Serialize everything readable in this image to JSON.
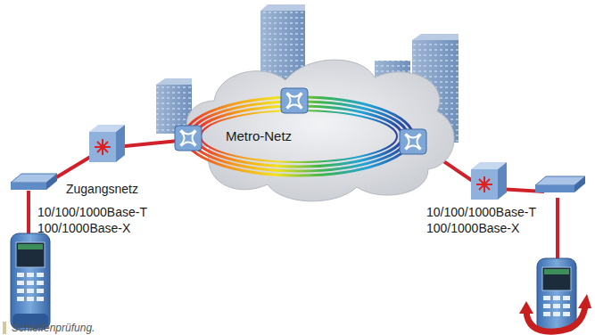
{
  "diagram": {
    "caption": "Schleifenprüfung.",
    "nodes": [
      {
        "text": [
          "Metro-Netz"
        ]
      }
    ],
    "labels": [
      "Zugangsnetz",
      "10/100/1000Base-T",
      "100/1000Base-X",
      "10/100/1000Base-T",
      "100/1000Base-X"
    ]
  }
}
